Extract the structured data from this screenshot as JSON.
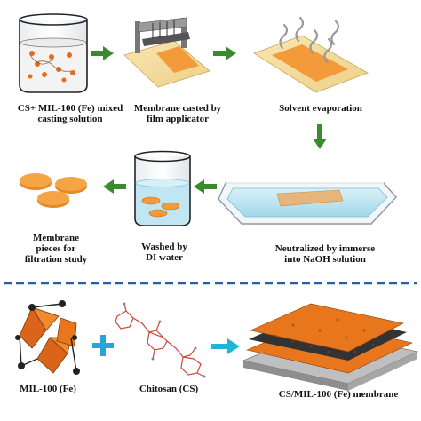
{
  "steps": [
    {
      "id": "mixed-solution",
      "lines": [
        "CS+ MIL-100 (Fe) mixed",
        "casting solution"
      ]
    },
    {
      "id": "membrane-cast",
      "lines": [
        "Membrane casted by",
        "film applicator"
      ]
    },
    {
      "id": "solvent-evaporation",
      "lines": [
        "Solvent evaporation"
      ]
    },
    {
      "id": "neutralized",
      "lines": [
        "Neutralized by immerse",
        "into NaOH solution"
      ]
    },
    {
      "id": "washed",
      "lines": [
        "Washed by",
        "DI water"
      ]
    },
    {
      "id": "membrane-pieces",
      "lines": [
        "Membrane",
        "pieces for",
        "filtration study"
      ]
    }
  ],
  "bottom": {
    "mil_label": "MIL-100 (Fe)",
    "chitosan_label": "Chitosan (CS)",
    "membrane_label": "CS/MIL-100 (Fe) membrane"
  },
  "colors": {
    "arrow_green": "#3a8a2e",
    "membrane_orange": "#f39a3a",
    "octahedron_orange": "#e8761c",
    "plus_blue": "#29a3d8",
    "arrow_cyan": "#1fb6d6",
    "divider_blue": "#2a5fa8",
    "water_blue": "#bfe6f2"
  }
}
